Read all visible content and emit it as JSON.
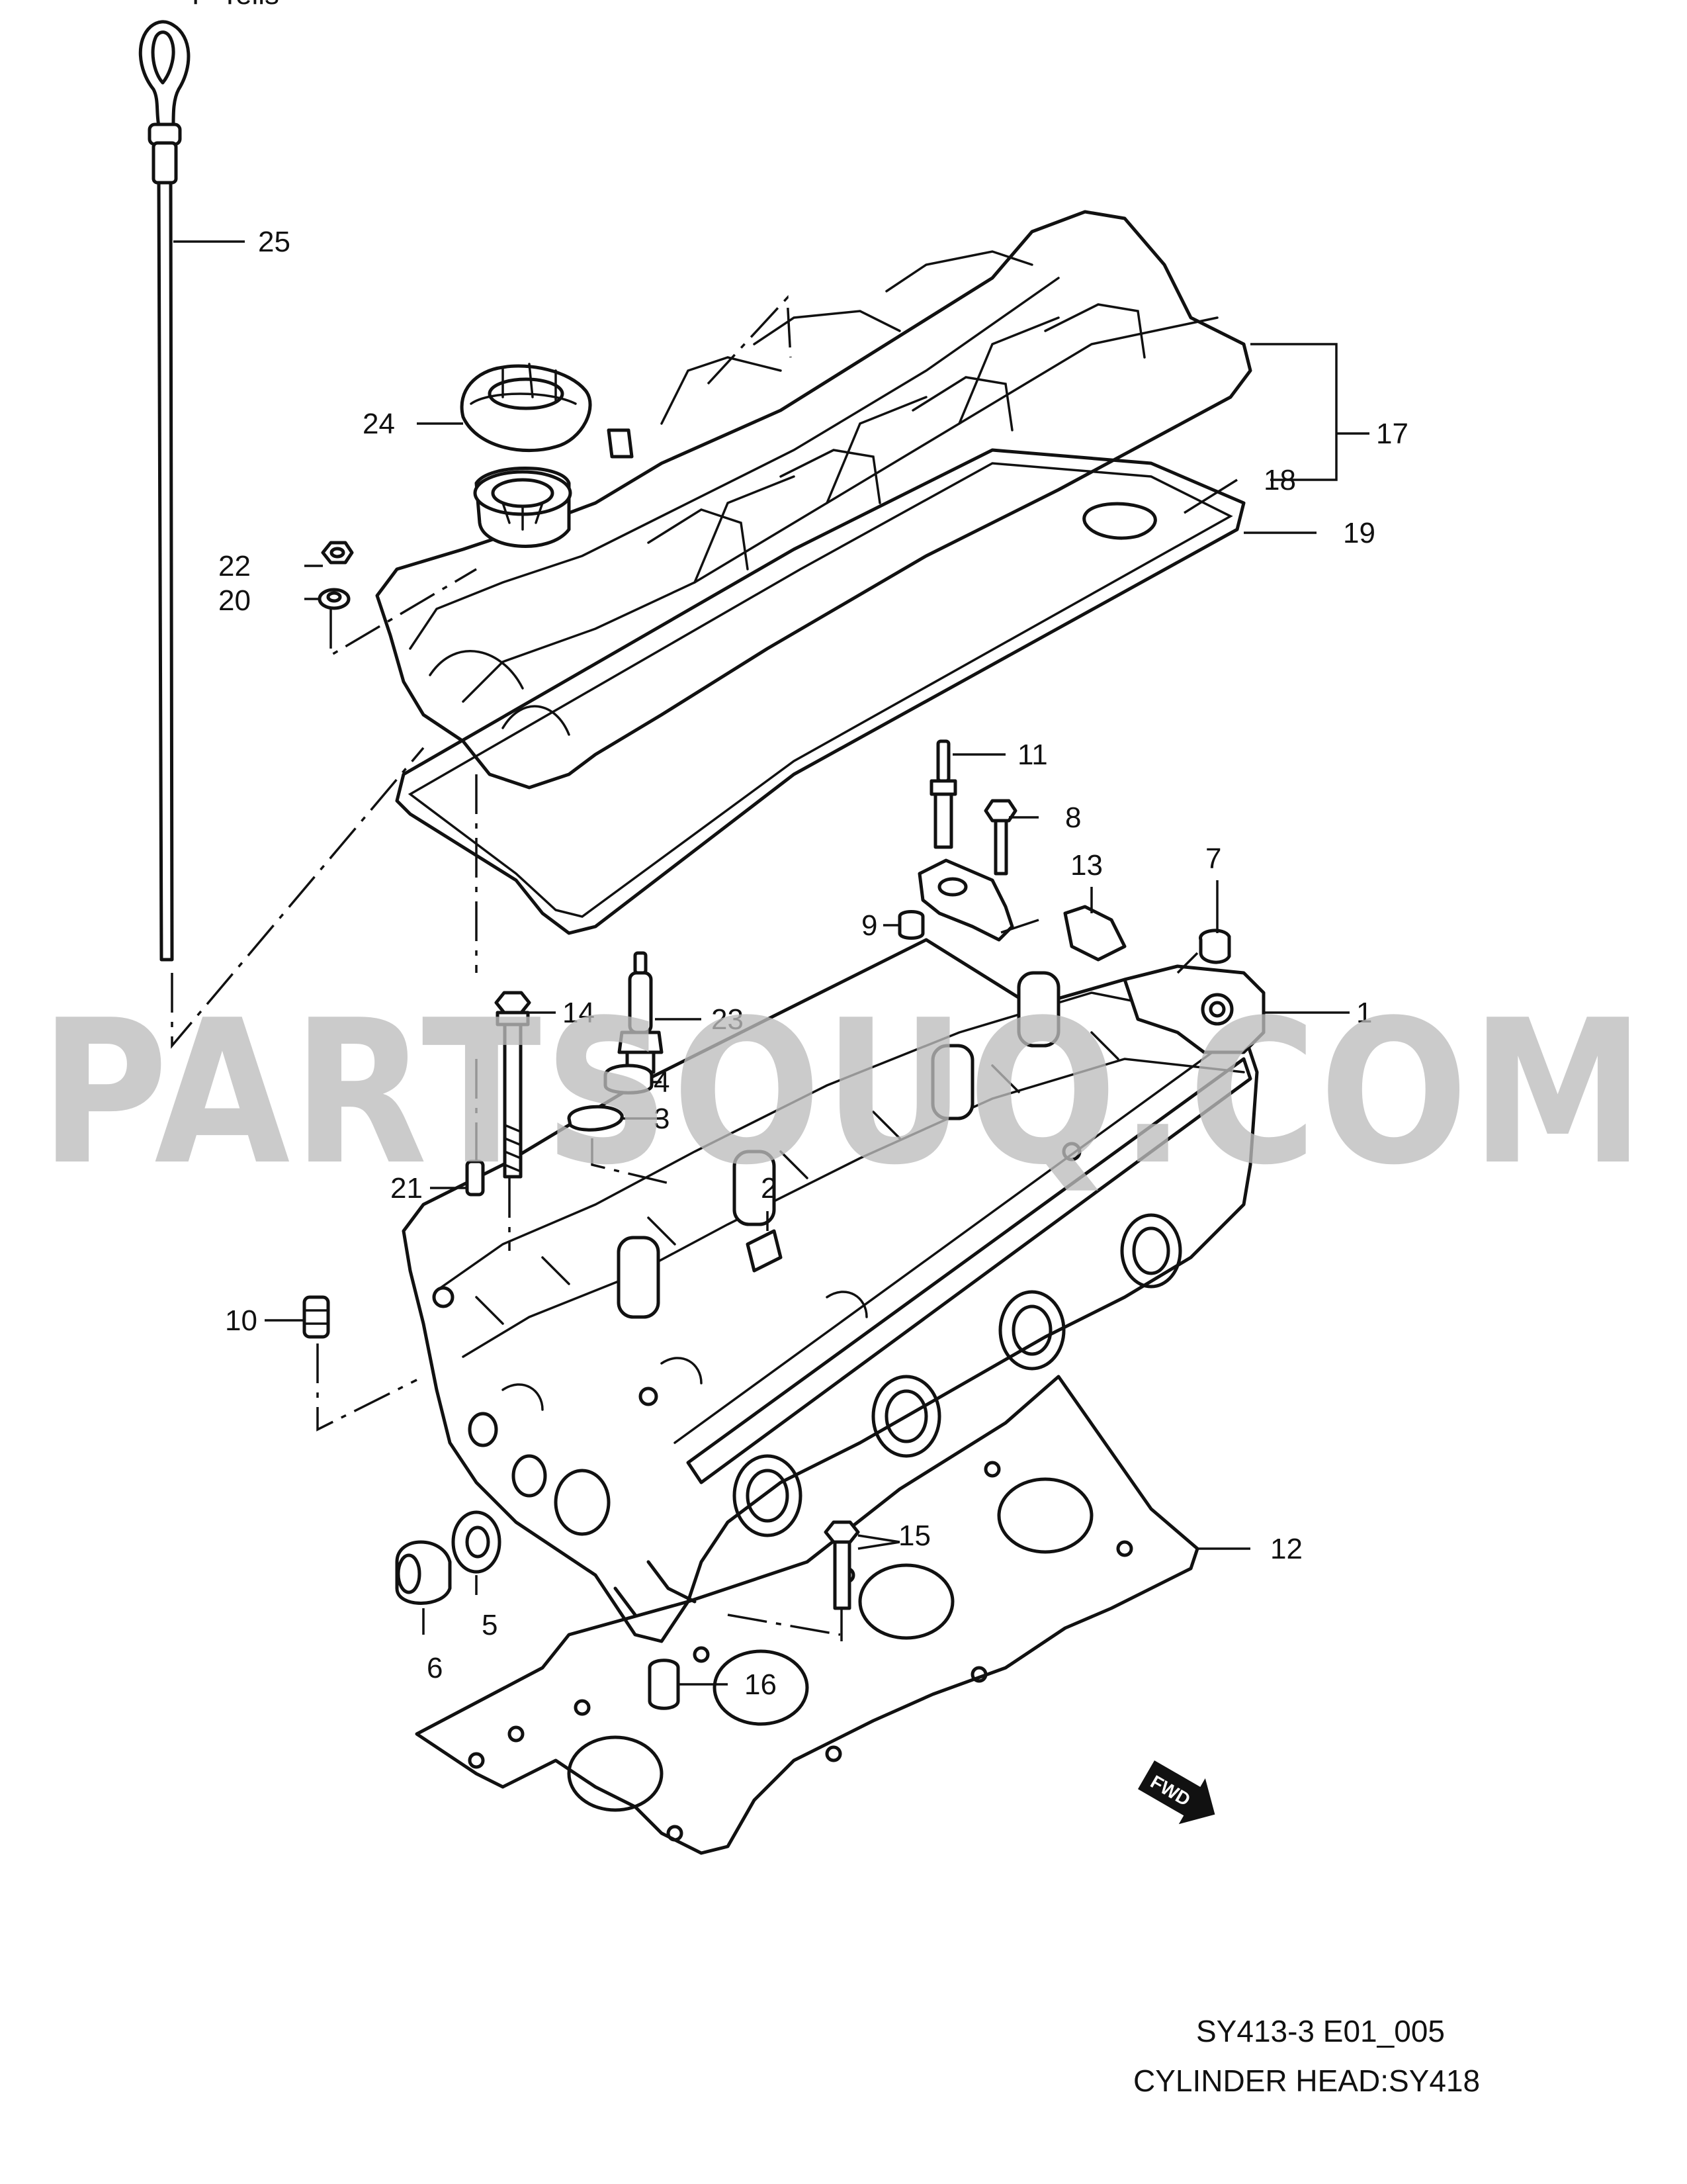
{
  "top_text": "P-Tells",
  "watermark": "PARTSOUQ.COM",
  "callouts": [
    "25",
    "24",
    "17",
    "18",
    "19",
    "22",
    "20",
    "11",
    "8",
    "13",
    "7",
    "9",
    "1",
    "14",
    "23",
    "4",
    "3",
    "2",
    "21",
    "10",
    "15",
    "12",
    "5",
    "6",
    "16"
  ],
  "fwd_badge": "FWD",
  "caption": {
    "code": "SY413-3 E01_005",
    "title": "CYLINDER HEAD:SY418"
  }
}
